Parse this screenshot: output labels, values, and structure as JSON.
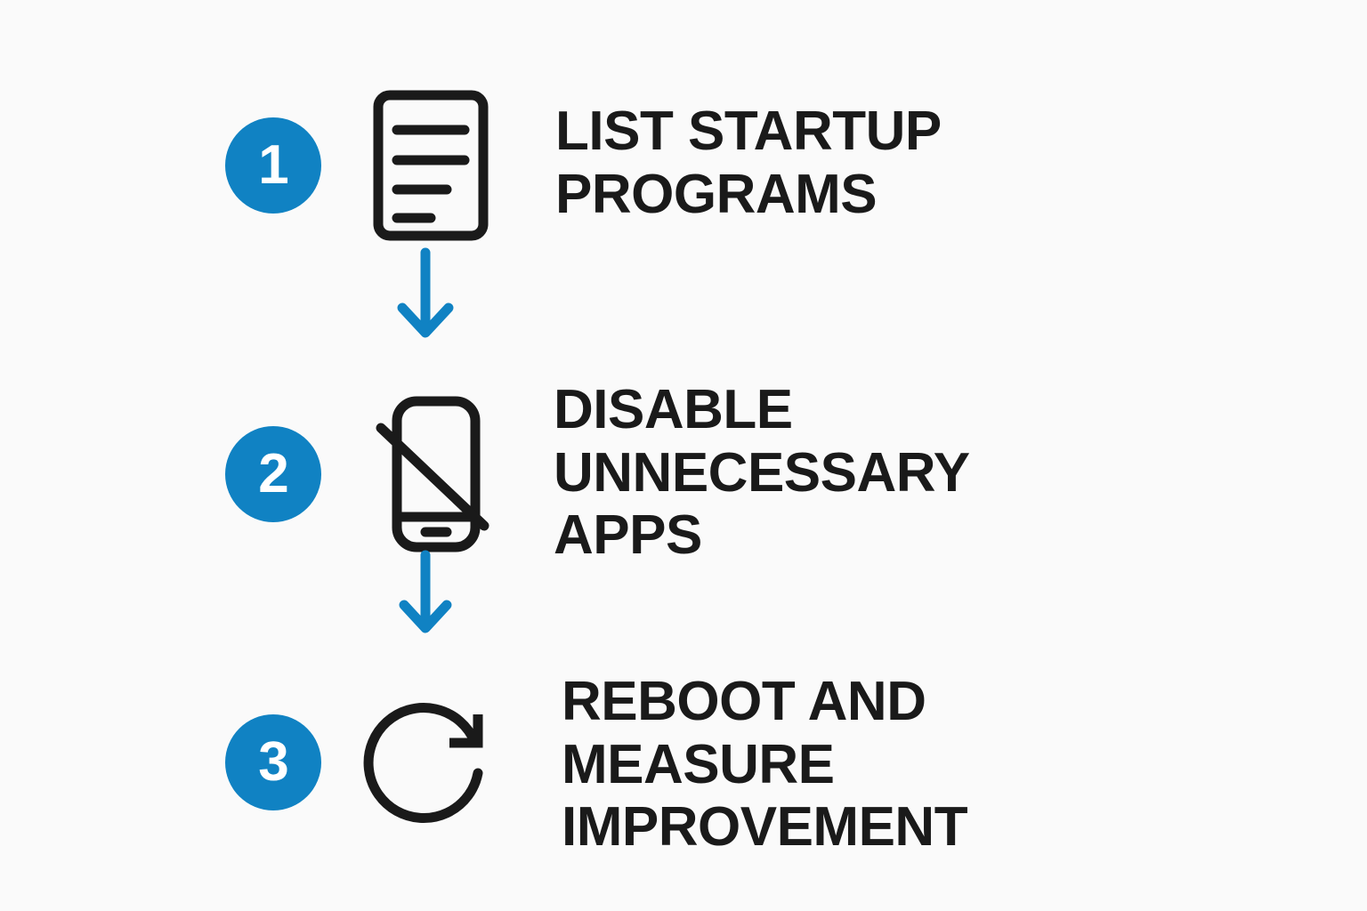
{
  "diagram": {
    "type": "vertical-flow",
    "background_color": "#FAFAFA",
    "accent_color": "#1082C3",
    "text_color": "#1A1A1A",
    "title": "",
    "steps": [
      {
        "number": "1",
        "label": "LIST STARTUP\nPROGRAMS",
        "icon": "document-lines-icon",
        "icon_description": "document page with four text lines"
      },
      {
        "number": "2",
        "label": "DISABLE\nUNNECESSARY\nAPPS",
        "icon": "phone-disabled-icon",
        "icon_description": "smartphone with diagonal slash through it"
      },
      {
        "number": "3",
        "label": "REBOOT AND\nMEASURE\nIMPROVEMENT",
        "icon": "refresh-circular-arrow-icon",
        "icon_description": "circular clockwise arrow indicating restart"
      }
    ],
    "connectors": [
      {
        "name": "arrow-step1-to-step2",
        "direction": "down",
        "color": "#1082C3"
      },
      {
        "name": "arrow-step2-to-step3",
        "direction": "down",
        "color": "#1082C3"
      }
    ]
  }
}
